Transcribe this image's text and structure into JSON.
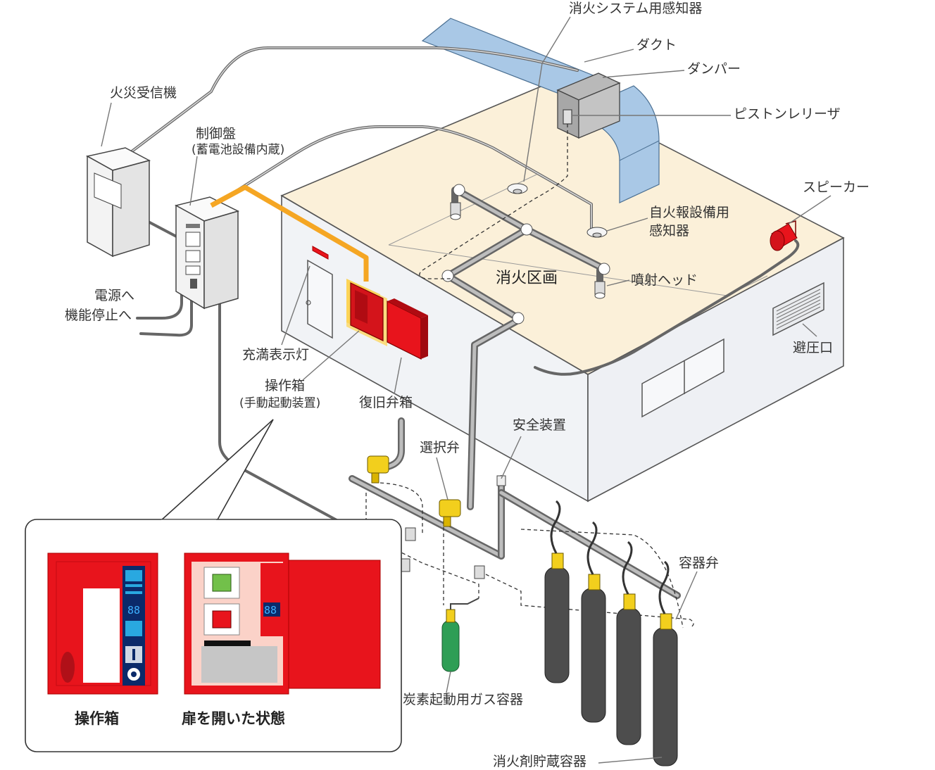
{
  "labels": {
    "fire_receiver": "火災受信機",
    "control_panel": "制御盤",
    "control_panel_sub": "(蓄電池設備内蔵)",
    "to_power": "電源へ",
    "to_function_stop": "機能停止へ",
    "fill_indicator": "充満表示灯",
    "operation_box": "操作箱",
    "operation_box_sub": "(手動起動装置)",
    "restore_valve_box": "復旧弁箱",
    "extinguish_sensor": "消火システム用感知器",
    "duct": "ダクト",
    "damper": "ダンパー",
    "piston_releaser": "ピストンレリーザ",
    "speaker": "スピーカー",
    "auto_alarm_sensor_1": "自火報設備用",
    "auto_alarm_sensor_2": "感知器",
    "extinguish_zone": "消火区画",
    "spray_head": "噴射ヘッド",
    "pressure_vent": "避圧口",
    "safety_device": "安全装置",
    "selector_valve": "選択弁",
    "container_valve": "容器弁",
    "start_gas_container": "炭素起動用ガス容器",
    "agent_storage_container": "消火剤貯蔵容器"
  },
  "inset": {
    "caption_closed": "操作箱",
    "caption_open": "扉を開いた状態",
    "digits": "88"
  },
  "colors": {
    "room_floor": "#fbf0d9",
    "wall": "#f2f4f7",
    "duct": "#a9c8e6",
    "fire_red": "#e8141c",
    "highlight": "#f5a623",
    "cylinder": "#4d4d4d",
    "start_gas": "#2e9e55",
    "valve_yellow": "#f2cf1d"
  }
}
